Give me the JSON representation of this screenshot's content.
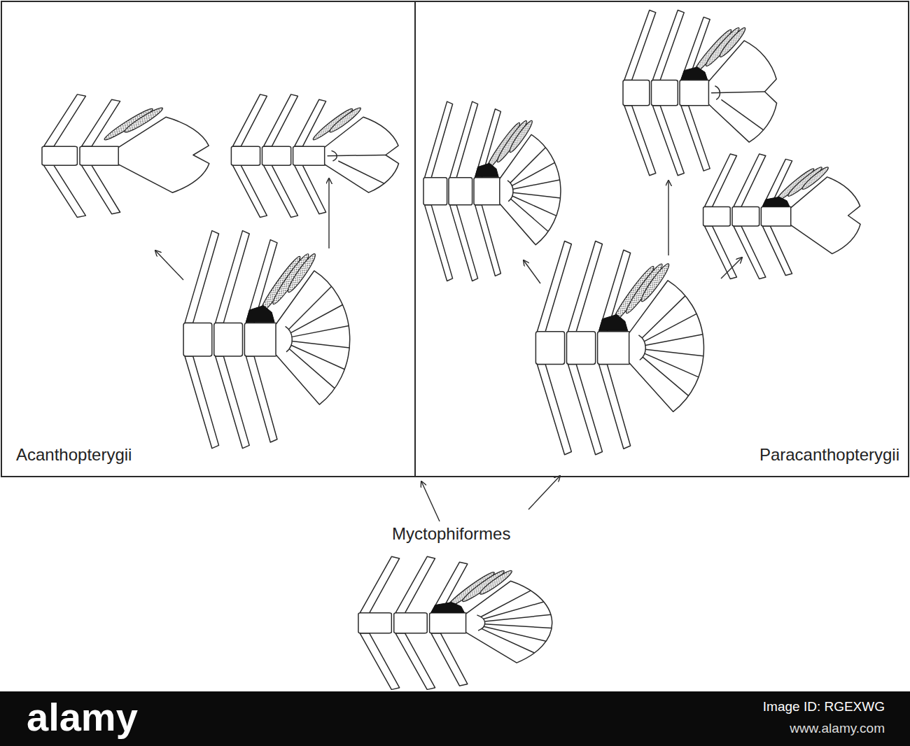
{
  "diagram": {
    "nodes": [
      {
        "text": [
          "Acanthopterygii"
        ]
      },
      {
        "text": [
          "Paracanthopterygii"
        ]
      }
    ],
    "labels": [
      "Myctophiformes",
      "alamy",
      "Image ID: RGEXWG",
      "www.alamy.com"
    ]
  }
}
